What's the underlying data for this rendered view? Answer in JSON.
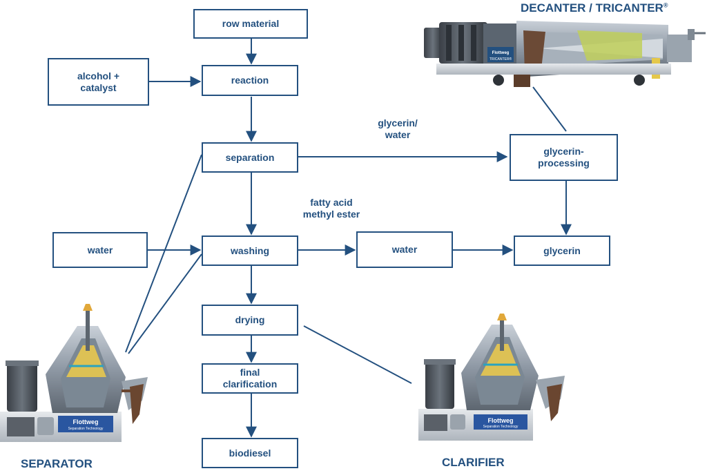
{
  "nodes": {
    "row_material": "row material",
    "alcohol_catalyst": "alcohol +\ncatalyst",
    "reaction": "reaction",
    "separation": "separation",
    "washing": "washing",
    "water_in": "water",
    "drying": "drying",
    "final_clarification": "final\nclarification",
    "biodiesel": "biodiesel",
    "water_out": "water",
    "glycerin_processing": "glycerin-\nprocessing",
    "glycerin": "glycerin"
  },
  "edge_labels": {
    "glycerin_water": "glycerin/\nwater",
    "fatty_acid": "fatty acid\nmethyl ester"
  },
  "machines": {
    "decanter": "DECANTER / TRICANTER",
    "decanter_mark": "®",
    "separator": "SEPARATOR",
    "clarifier": "CLARIFIER",
    "brand": "Flottweg",
    "brand_sub": "Separation Technology",
    "tricanter_tag": "TRICANTER®"
  },
  "colors": {
    "line": "#23507f",
    "metal": "#8c97a3",
    "motor": "#4a5058",
    "brand_blue": "#2a56a0"
  }
}
